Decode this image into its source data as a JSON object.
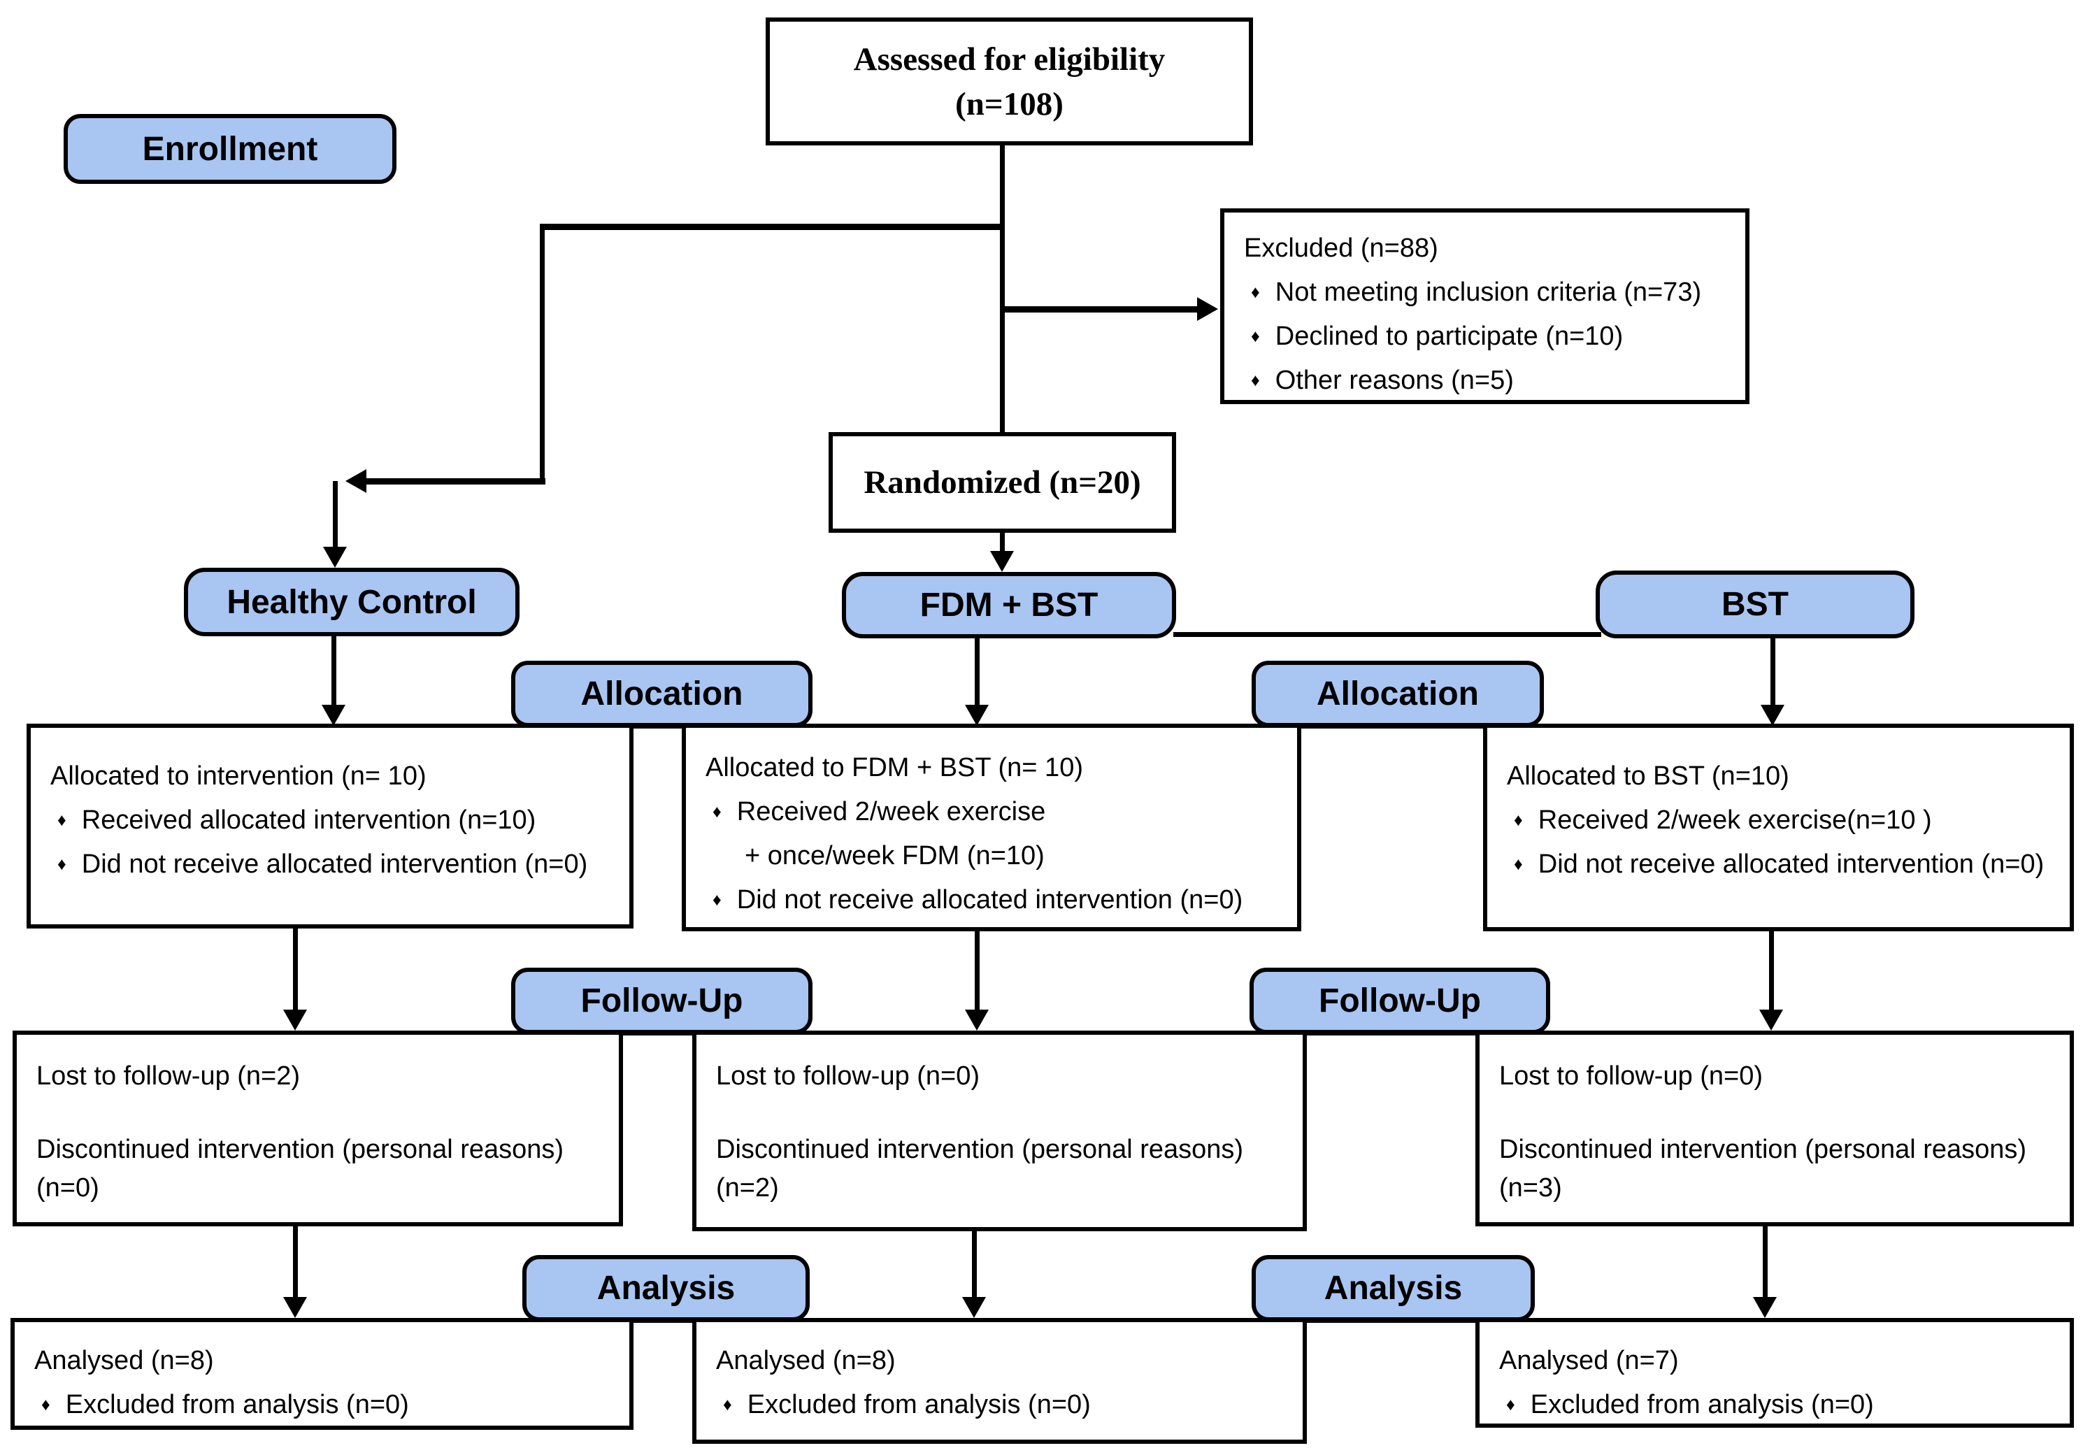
{
  "glyphs": {
    "bullet": "♦"
  },
  "colors": {
    "stage_fill": "#a9c5f2",
    "line": "#000000",
    "background": "#ffffff"
  },
  "eligibility_box": {
    "line1": "Assessed for eligibility",
    "line2": "(n=108)"
  },
  "enrollment_label": "Enrollment",
  "excluded_box": {
    "title": "Excluded (n=88)",
    "items": [
      "Not meeting inclusion criteria (n=73)",
      "Declined to participate (n=10)",
      "Other reasons (n=5)"
    ]
  },
  "randomized_box": {
    "label": "Randomized (n=20)"
  },
  "arms": {
    "healthy_control": "Healthy Control",
    "fdm_bst": "FDM + BST",
    "bst": "BST"
  },
  "stage_labels": {
    "allocation_left": "Allocation",
    "allocation_right": "Allocation",
    "followup_left": "Follow-Up",
    "followup_right": "Follow-Up",
    "analysis_left": "Analysis",
    "analysis_right": "Analysis"
  },
  "allocation": {
    "healthy_control": {
      "title": "Allocated to intervention (n= 10)",
      "items": [
        "Received allocated intervention (n=10)",
        "Did not receive allocated intervention (n=0)"
      ]
    },
    "fdm_bst": {
      "title": "Allocated to FDM + BST (n= 10)",
      "item1": "Received 2/week exercise",
      "item1_cont": "+ once/week FDM (n=10)",
      "item2": "Did not receive allocated intervention (n=0)"
    },
    "bst": {
      "title": "Allocated to BST (n=10)",
      "items": [
        "Received 2/week exercise(n=10 )",
        "Did not receive allocated intervention (n=0)"
      ]
    }
  },
  "followup": {
    "healthy_control": {
      "line1": "Lost to follow-up (n=2)",
      "line2": "Discontinued intervention (personal reasons)",
      "line3": "(n=0)"
    },
    "fdm_bst": {
      "line1": "Lost to follow-up (n=0)",
      "line2": "Discontinued intervention (personal reasons)",
      "line3": "(n=2)"
    },
    "bst": {
      "line1": "Lost to follow-up (n=0)",
      "line2": "Discontinued intervention (personal reasons)",
      "line3": "(n=3)"
    }
  },
  "analysis": {
    "healthy_control": {
      "title": "Analysed (n=8)",
      "item": "Excluded from analysis (n=0)"
    },
    "fdm_bst": {
      "title": "Analysed (n=8)",
      "item": "Excluded from analysis (n=0)"
    },
    "bst": {
      "title": "Analysed (n=7)",
      "item": "Excluded from analysis (n=0)"
    }
  }
}
